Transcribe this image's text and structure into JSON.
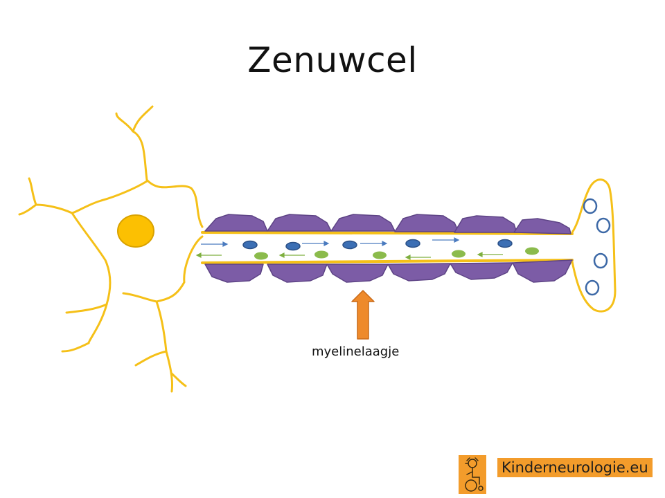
{
  "title": "Zenuwcel",
  "diagram": {
    "myelin_label": "myelinelaagje",
    "colors": {
      "cell_outline": "#f5c018",
      "nucleus_fill": "#fcc002",
      "nucleus_stroke": "#d9a200",
      "myelin": "#7c5ca6",
      "myelin_stroke": "#5d4385",
      "blue_particle": "#3c6fb4",
      "green_particle": "#8bbb4c",
      "vesicle_stroke": "#3c68a6",
      "arrow_fill": "#ee8a2b",
      "arrow_stroke": "#c96a18"
    },
    "particle_icons": [
      "blue-oval-icon",
      "green-oval-icon",
      "vesicle-icon"
    ]
  },
  "logo": {
    "text": "Kinderneurologie.eu",
    "color": "#f39c2b"
  }
}
